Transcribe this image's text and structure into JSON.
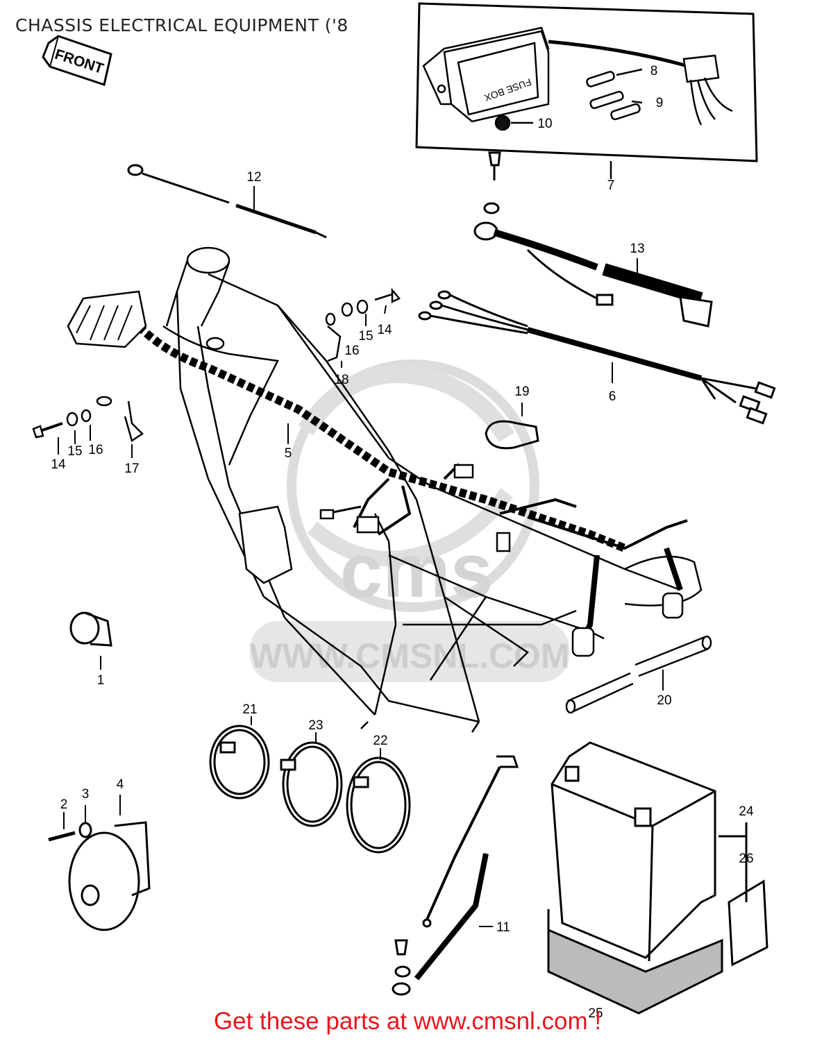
{
  "title": "CHASSIS ELECTRICAL EQUIPMENT ('8",
  "front_tag": "FRONT",
  "fuse_box_text": "FUSE BOX",
  "watermark": {
    "brand": "cms",
    "url": "WWW.CMSNL.COM"
  },
  "footer": {
    "text": "Get these parts at www.cmsnl.com !",
    "color": "#e8161b"
  },
  "callouts": [
    {
      "id": "p1",
      "label": "1"
    },
    {
      "id": "p2",
      "label": "2"
    },
    {
      "id": "p3",
      "label": "3"
    },
    {
      "id": "p4",
      "label": "4"
    },
    {
      "id": "p5",
      "label": "5"
    },
    {
      "id": "p6",
      "label": "6"
    },
    {
      "id": "p7",
      "label": "7"
    },
    {
      "id": "p8",
      "label": "8"
    },
    {
      "id": "p9",
      "label": "9"
    },
    {
      "id": "p10",
      "label": "10"
    },
    {
      "id": "p11",
      "label": "11"
    },
    {
      "id": "p12",
      "label": "12"
    },
    {
      "id": "p13",
      "label": "13"
    },
    {
      "id": "p14a",
      "label": "14"
    },
    {
      "id": "p15a",
      "label": "15"
    },
    {
      "id": "p16a",
      "label": "16"
    },
    {
      "id": "p14b",
      "label": "14"
    },
    {
      "id": "p15b",
      "label": "15"
    },
    {
      "id": "p16b",
      "label": "16"
    },
    {
      "id": "p17",
      "label": "17"
    },
    {
      "id": "p18",
      "label": "18"
    },
    {
      "id": "p19",
      "label": "19"
    },
    {
      "id": "p20",
      "label": "20"
    },
    {
      "id": "p21",
      "label": "21"
    },
    {
      "id": "p22",
      "label": "22"
    },
    {
      "id": "p23",
      "label": "23"
    },
    {
      "id": "p24",
      "label": "24"
    },
    {
      "id": "p25",
      "label": "25"
    },
    {
      "id": "p26",
      "label": "26"
    }
  ]
}
